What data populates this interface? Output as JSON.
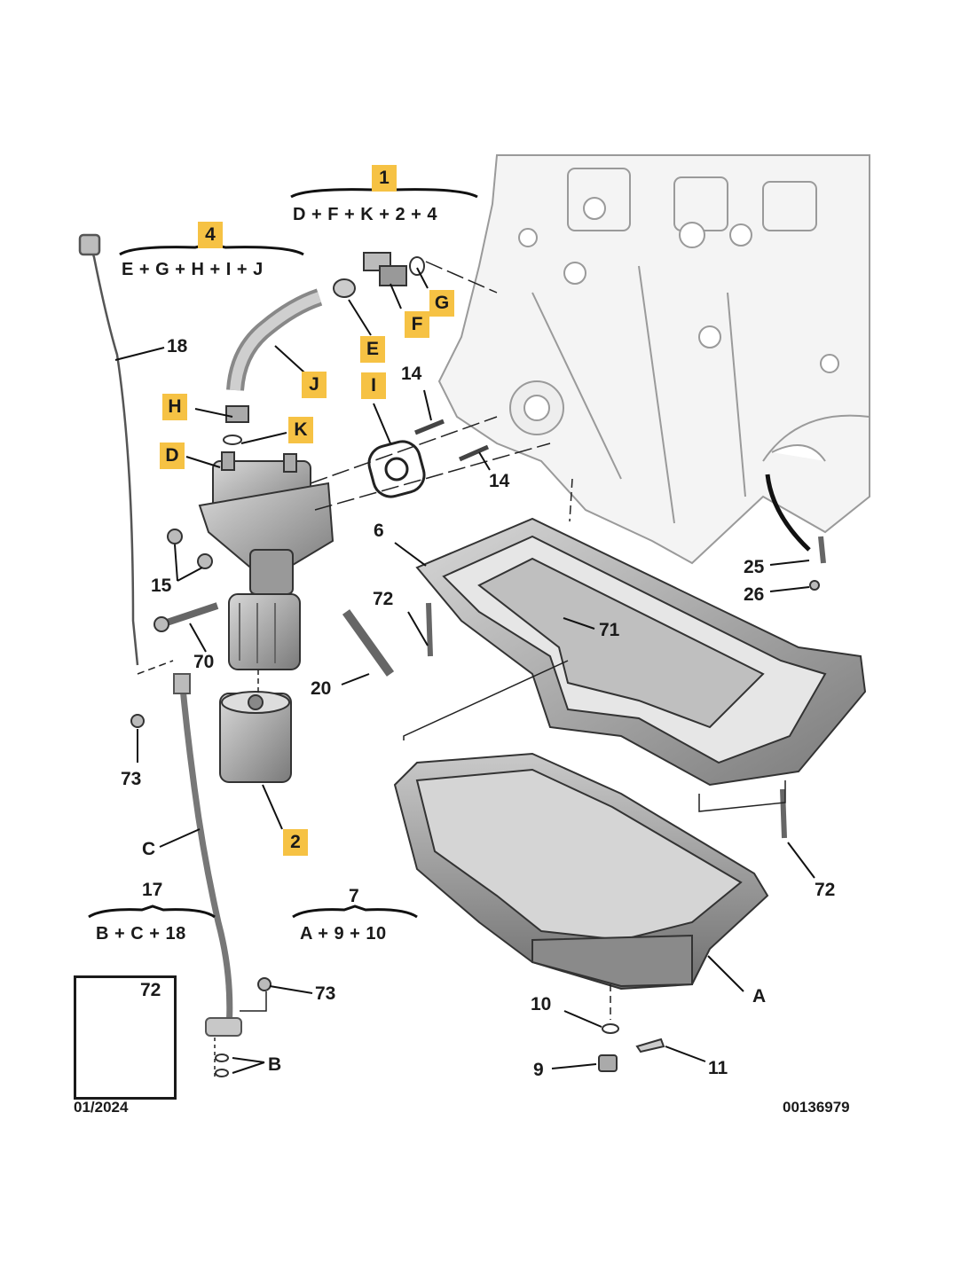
{
  "highlight_color": "#f6c244",
  "kits": {
    "kit_1": {
      "number": "1",
      "formula": "D + F + K + 2 + 4"
    },
    "kit_4": {
      "number": "4",
      "formula": "E + G + H + I + J"
    },
    "kit_17": {
      "number": "17",
      "formula": "B + C + 18"
    },
    "kit_7": {
      "number": "7",
      "formula": "A + 9 + 10"
    }
  },
  "highlighted_labels": {
    "D": "D",
    "E": "E",
    "F": "F",
    "G": "G",
    "H": "H",
    "I": "I",
    "J": "J",
    "K": "K",
    "part_2": "2"
  },
  "labels": {
    "p18": "18",
    "p14a": "14",
    "p14b": "14",
    "p15": "15",
    "p70": "70",
    "p73a": "73",
    "p73b": "73",
    "p6": "6",
    "p72a": "72",
    "p72b": "72",
    "p71": "71",
    "p20": "20",
    "p25": "25",
    "p26": "26",
    "pC": "C",
    "pA": "A",
    "pB": "B",
    "p10": "10",
    "p9": "9",
    "p11": "11"
  },
  "inset": {
    "part": "72"
  },
  "footer": {
    "date": "01/2024",
    "reference": "00136979"
  }
}
